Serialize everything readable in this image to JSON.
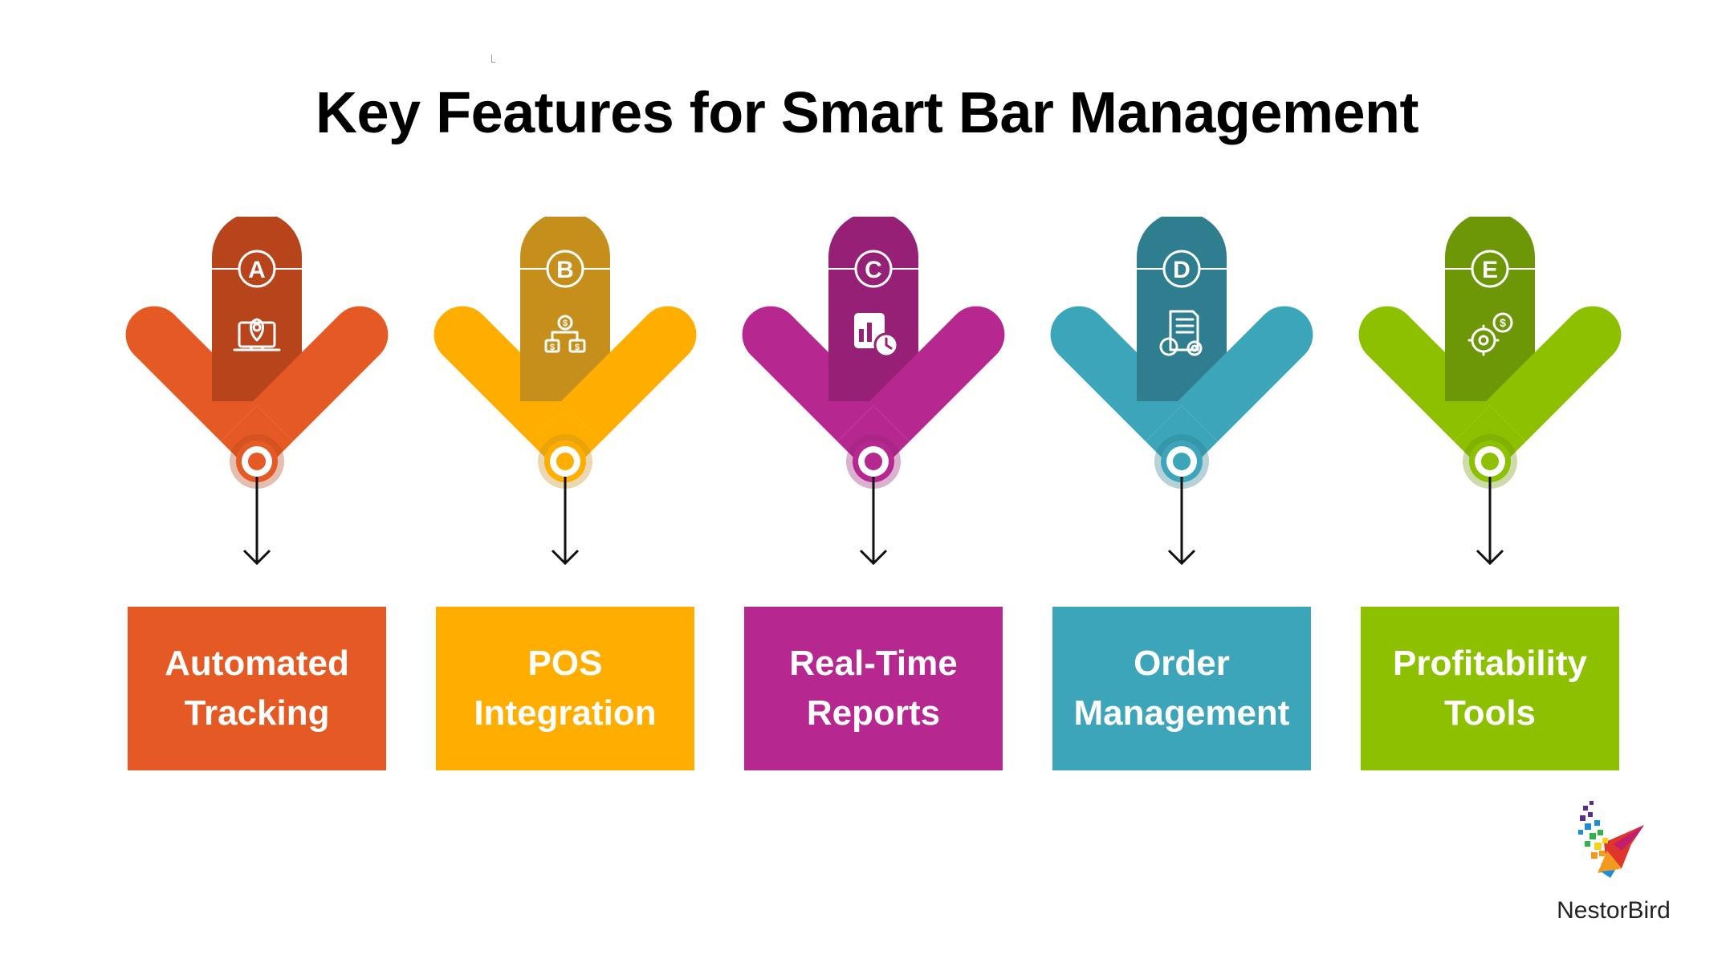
{
  "title": "Key Features for Smart Bar Management",
  "features": [
    {
      "letter": "A",
      "line1": "Automated",
      "line2": "Tracking",
      "icon": "monitor-location-icon",
      "color": "#E55A24",
      "dark": "#B8441C",
      "label_color": "#E55A24"
    },
    {
      "letter": "B",
      "line1": "POS",
      "line2": "Integration",
      "icon": "pos-network-icon",
      "color": "#FFAE00",
      "dark": "#C68F1C",
      "label_color": "#FFAE00"
    },
    {
      "letter": "C",
      "line1": "Real-Time",
      "line2": "Reports",
      "icon": "report-clock-icon",
      "color": "#B6288F",
      "dark": "#962075",
      "label_color": "#B6288F"
    },
    {
      "letter": "D",
      "line1": "Order",
      "line2": "Management",
      "icon": "clipboard-gear-icon",
      "color": "#3CA5B9",
      "dark": "#2E7E8F",
      "label_color": "#3CA5B9"
    },
    {
      "letter": "E",
      "line1": "Profitability",
      "line2": "Tools",
      "icon": "gear-dollar-icon",
      "color": "#8DC100",
      "dark": "#6E9708",
      "label_color": "#8DC100"
    }
  ],
  "logo": {
    "text": "NestorBird"
  }
}
